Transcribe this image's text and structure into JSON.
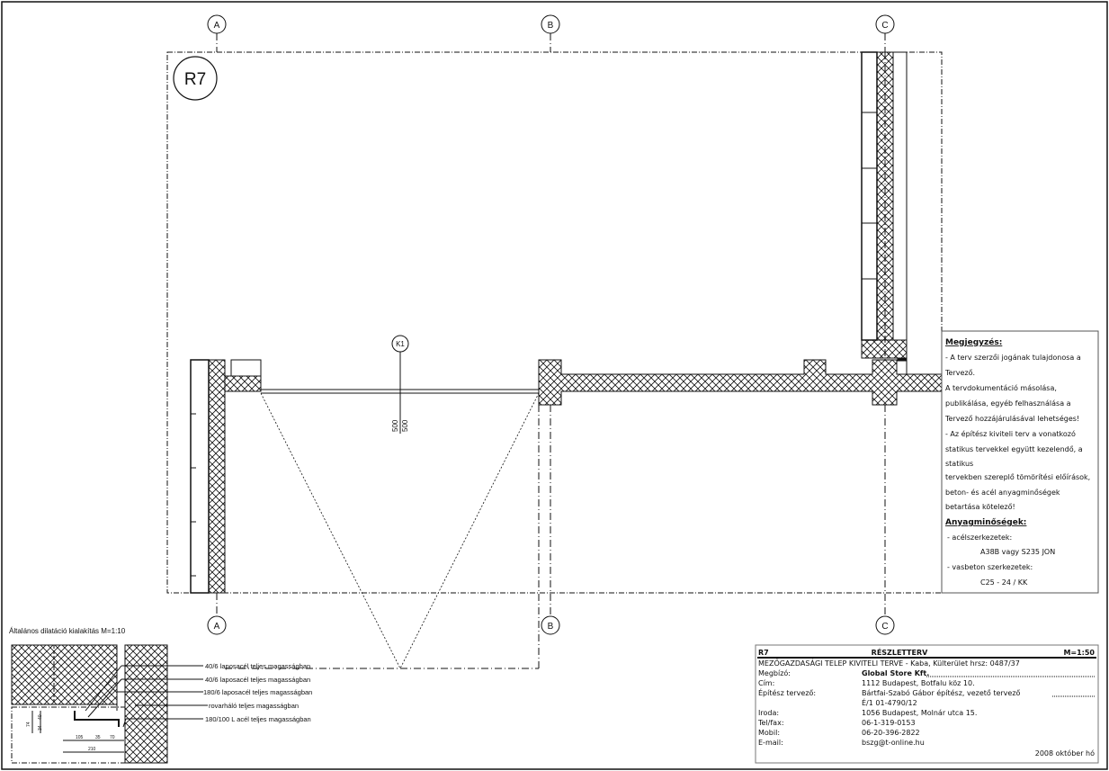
{
  "drawing": {
    "detail_id": "R7",
    "axes": {
      "a": "A",
      "b": "B",
      "c": "C"
    },
    "section_marker": "K1",
    "dimension_left": "500",
    "dimension_right": "500"
  },
  "notes": {
    "heading": "Megjegyzés:",
    "lines": [
      "- A terv szerzői jogának tulajdonosa a",
      "Tervező.",
      "A tervdokumentáció másolása,",
      "publikálása, egyéb felhasználása a",
      "Tervező hozzájárulásával lehetséges!",
      "- Az építész kiviteli terv a vonatkozó",
      "statikus tervekkel együtt kezelendő, a",
      "statikus",
      "tervekben szereplő tömörítési előírások,",
      "beton- és acél anyagminőségek",
      "betartása kötelező!"
    ],
    "materials_heading": "Anyagminőségek:",
    "steel_label": "- acélszerkezetek:",
    "steel_value": "A38B vagy S235 JON",
    "concrete_label": "- vasbeton szerkezetek:",
    "concrete_value": "C25 - 24 / KK"
  },
  "detail": {
    "title": "Általános dilatáció kialakítás M=1:10",
    "callouts": [
      "40/6 laposacél teljes magasságban",
      "40/6 laposacél teljes magasságban",
      "180/6 laposacél teljes magasságban",
      "rovarháló teljes magasságban",
      "180/100 L acél teljes magasságban"
    ],
    "dims": {
      "d74": "74",
      "d40": "40",
      "d34": "34",
      "d105": "105",
      "d35": "35",
      "d70": "70",
      "d210": "210"
    }
  },
  "title_block": {
    "id": "R7",
    "type": "RÉSZLETTERV",
    "scale": "M=1:50",
    "project": "MEZŐGAZDASÁGI TELEP KIVITELI TERVE - Kaba, Külterület hrsz: 0487/37",
    "rows": [
      {
        "label": "Megbízó:",
        "value": "Global Store Kft."
      },
      {
        "label": "Cím:",
        "value": "1112 Budapest, Botfalu köz 10."
      },
      {
        "label": "Építész tervező:",
        "value": "Bártfai-Szabó Gábor építész, vezető tervező"
      },
      {
        "label": "",
        "value": "É/1 01-4790/12"
      },
      {
        "label": "Iroda:",
        "value": "1056 Budapest, Molnár utca 15."
      },
      {
        "label": "Tel/fax:",
        "value": "06-1-319-0153"
      },
      {
        "label": "Mobil:",
        "value": "06-20-396-2822"
      },
      {
        "label": "E-mail:",
        "value": "bszg@t-online.hu"
      }
    ],
    "date": "2008 október hó"
  }
}
